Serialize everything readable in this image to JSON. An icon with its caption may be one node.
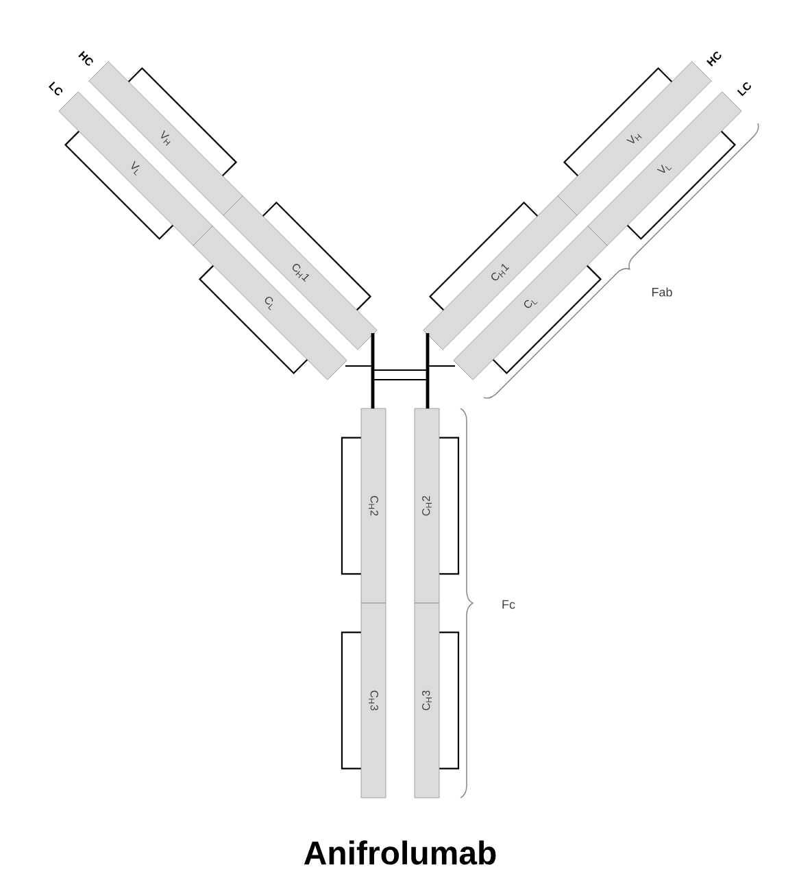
{
  "diagram": {
    "title": "Anifrolumab",
    "nodes": [
      {
        "text": [
          "V$_{H}$"
        ]
      },
      {
        "text": [
          "C$_{H}$1"
        ]
      },
      {
        "text": [
          "V$_{L}$"
        ]
      },
      {
        "text": [
          "C$_{L}$"
        ]
      },
      {
        "text": [
          "V$_{H}$"
        ]
      },
      {
        "text": [
          "C$_{H}$1"
        ]
      },
      {
        "text": [
          "V$_{L}$"
        ]
      },
      {
        "text": [
          "C$_{L}$"
        ]
      },
      {
        "text": [
          "C$_{H}$2"
        ]
      },
      {
        "text": [
          "C$_{H}$3"
        ]
      },
      {
        "text": [
          "C$_{H}$2"
        ]
      },
      {
        "text": [
          "C$_{H}$3"
        ]
      }
    ],
    "labels": [
      "HC",
      "LC",
      "HC",
      "LC",
      "Fab",
      "Fc"
    ]
  }
}
